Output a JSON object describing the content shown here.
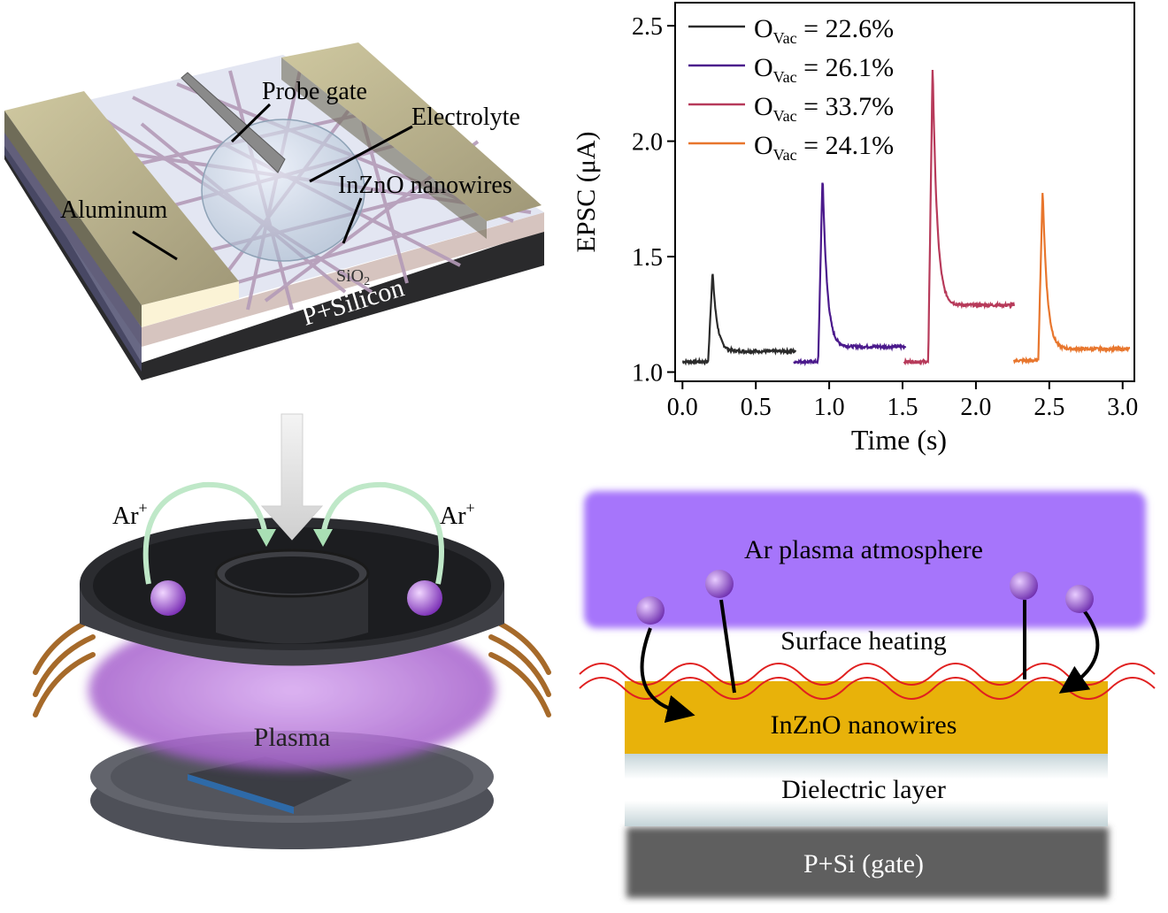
{
  "device": {
    "labels": {
      "probe_gate": "Probe gate",
      "electrolyte": "Electrolyte",
      "nanowires": "InZnO nanowires",
      "aluminum": "Aluminum",
      "sio2": "SiO",
      "sio2_sub": "2",
      "silicon": "P+Silicon"
    }
  },
  "chart_data": {
    "type": "line",
    "title": "",
    "xlabel": "Time (s)",
    "ylabel": "EPSC (μA)",
    "xlim": [
      -0.05,
      3.08
    ],
    "ylim": [
      0.96,
      2.6
    ],
    "xticks": [
      0.0,
      0.5,
      1.0,
      1.5,
      2.0,
      2.5,
      3.0
    ],
    "xtick_labels": [
      "0.0",
      "0.5",
      "1.0",
      "1.5",
      "2.0",
      "2.5",
      "3.0"
    ],
    "yticks": [
      1.0,
      1.5,
      2.0,
      2.5
    ],
    "ytick_labels": [
      "1.0",
      "1.5",
      "2.0",
      "2.5"
    ],
    "legend_position": "top-left",
    "legend_prefix": "O",
    "legend_sub": "Vac",
    "series": [
      {
        "name": "O_Vac = 22.6%",
        "legend_value": " = 22.6%",
        "color": "#2b2b2b",
        "x_start": 0.0,
        "x_end": 0.77,
        "t_peak": 0.205,
        "baseline": 1.045,
        "peak": 1.44,
        "tail": 1.09
      },
      {
        "name": "O_Vac = 26.1%",
        "legend_value": " = 26.1%",
        "color": "#4b1a8c",
        "x_start": 0.76,
        "x_end": 1.52,
        "t_peak": 0.955,
        "baseline": 1.045,
        "peak": 1.86,
        "tail": 1.11
      },
      {
        "name": "O_Vac = 33.7%",
        "legend_value": " = 33.7%",
        "color": "#b73a5a",
        "x_start": 1.51,
        "x_end": 2.26,
        "t_peak": 1.705,
        "baseline": 1.045,
        "peak": 2.34,
        "tail": 1.29
      },
      {
        "name": "O_Vac = 24.1%",
        "legend_value": " = 24.1%",
        "color": "#e8762d",
        "x_start": 2.26,
        "x_end": 3.05,
        "t_peak": 2.455,
        "baseline": 1.05,
        "peak": 1.8,
        "tail": 1.1
      }
    ]
  },
  "plasma_chamber": {
    "ion_left": "Ar",
    "ion_right": "Ar",
    "ion_sup": "+",
    "plasma_label": "Plasma"
  },
  "layer_stack": {
    "atmosphere": "Ar plasma atmosphere",
    "heating": "Surface heating",
    "nanowires": "InZnO nanowires",
    "dielectric": "Dielectric layer",
    "gate": "P+Si (gate)",
    "colors": {
      "atmosphere": "#a675fb",
      "nanowires": "#e8b20a",
      "gate": "#5f5f5f",
      "wave": "#e02020"
    }
  }
}
